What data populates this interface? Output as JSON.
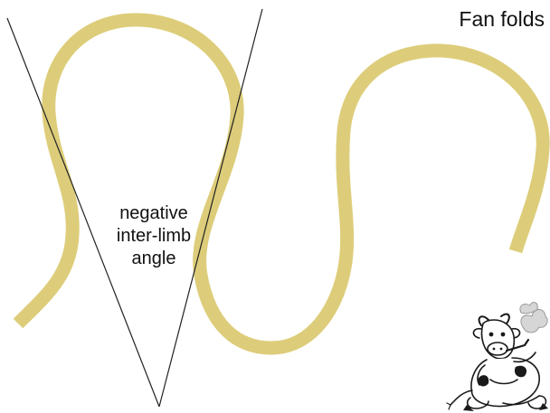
{
  "diagram": {
    "title": "Fan folds",
    "angle_label_lines": [
      "negative",
      "inter-limb",
      "angle"
    ]
  },
  "colors": {
    "fold_layer": "#ddcd7a",
    "lines": "#222222",
    "text": "#111111",
    "background": "#ffffff"
  },
  "icons": {
    "mascot": "cartoon-bull-sitting-icon"
  }
}
